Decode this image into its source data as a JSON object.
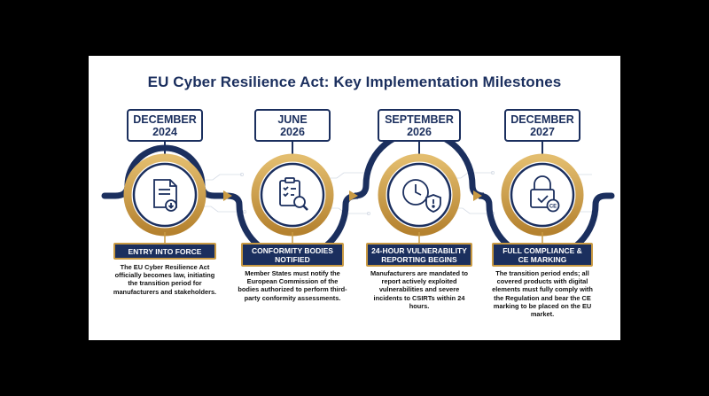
{
  "title": "EU Cyber Resilience Act: Key Implementation Milestones",
  "colors": {
    "navy": "#1b2f5e",
    "gold": "#c99a43",
    "bg": "#ffffff"
  },
  "milestones": [
    {
      "date_line1": "DECEMBER",
      "date_line2": "2024",
      "icon": "document-icon",
      "label_line1": "ENTRY INTO FORCE",
      "label_line2": "",
      "description": "The EU Cyber Resilience Act officially becomes law, initiating the transition period for manufacturers and stakeholders."
    },
    {
      "date_line1": "JUNE",
      "date_line2": "2026",
      "icon": "checklist-magnifier-icon",
      "label_line1": "CONFORMITY BODIES",
      "label_line2": "NOTIFIED",
      "description": "Member States must notify the European Commission of the bodies authorized to perform third-party conformity assessments."
    },
    {
      "date_line1": "SEPTEMBER",
      "date_line2": "2026",
      "icon": "clock-shield-icon",
      "label_line1": "24-HOUR VULNERABILITY",
      "label_line2": "REPORTING BEGINS",
      "description": "Manufacturers are mandated to report actively exploited vulnerabilities and severe incidents to CSIRTs within 24 hours."
    },
    {
      "date_line1": "DECEMBER",
      "date_line2": "2027",
      "icon": "padlock-ce-icon",
      "label_line1": "FULL COMPLIANCE &",
      "label_line2": "CE MARKING",
      "description": "The transition period ends; all covered products with digital elements must fully comply with the Regulation and bear the CE marking to be placed on the EU market."
    }
  ]
}
